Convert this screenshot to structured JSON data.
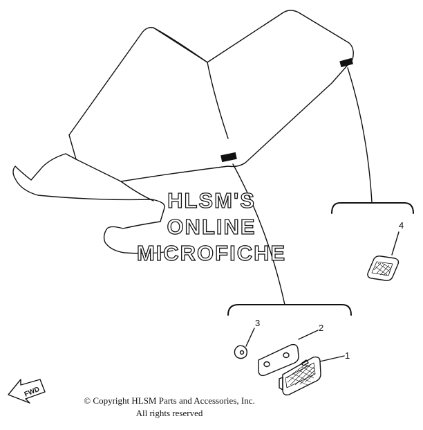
{
  "watermark": {
    "line1": "HLSM'S",
    "line2": "ONLINE",
    "line3": "MICROFICHE"
  },
  "callouts": {
    "part1": "1",
    "part2": "2",
    "part3": "3",
    "part4": "4"
  },
  "fwd_label": "FWD",
  "copyright": {
    "line1": "© Copyright HLSM Parts and Accessories, Inc.",
    "line2": "All rights reserved"
  }
}
